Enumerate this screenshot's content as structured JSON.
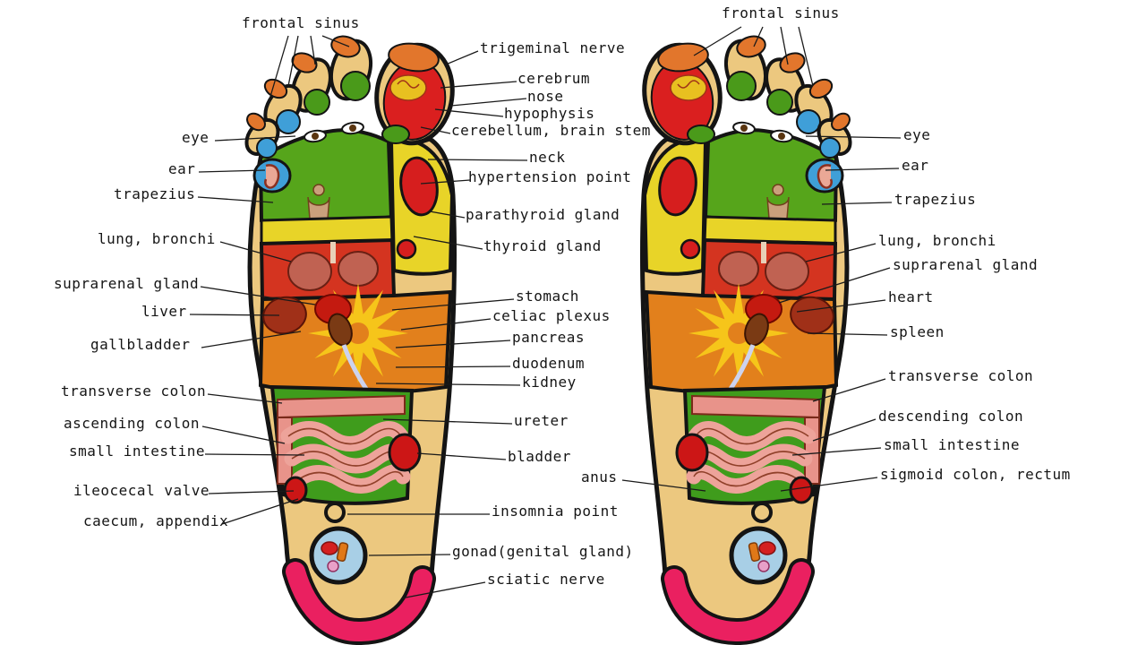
{
  "figure": "foot reflexology chart",
  "palette": {
    "sole": "#ecc87f",
    "outline": "#141414",
    "zone_green": "#56a51b",
    "zone_yellow": "#e8d428",
    "zone_red": "#d43420",
    "zone_orange": "#e2801c",
    "zone_blue": "#3f9fd8",
    "intestine_green": "#3f9c1c",
    "sciatic_pink": "#ea2060",
    "gonad_blue": "#a8cfe6",
    "starburst": "#f6c51a"
  },
  "labels": {
    "left": [
      "frontal sinus",
      "eye",
      "ear",
      "trapezius",
      "lung, bronchi",
      "suprarenal gland",
      "liver",
      "gallbladder",
      "transverse colon",
      "ascending colon",
      "small intestine",
      "ileocecal valve",
      "caecum, appendix"
    ],
    "center": [
      "trigeminal nerve",
      "cerebrum",
      "nose",
      "hypophysis",
      "cerebellum, brain stem",
      "neck",
      "hypertension point",
      "parathyroid gland",
      "thyroid gland",
      "stomach",
      "celiac plexus",
      "pancreas",
      "duodenum",
      "kidney",
      "ureter",
      "bladder",
      "anus",
      "insomnia point",
      "gonad(genital gland)",
      "sciatic nerve"
    ],
    "right": [
      "frontal sinus",
      "eye",
      "ear",
      "trapezius",
      "lung, bronchi",
      "suprarenal gland",
      "heart",
      "spleen",
      "transverse colon",
      "descending colon",
      "small intestine",
      "sigmoid colon, rectum"
    ]
  }
}
